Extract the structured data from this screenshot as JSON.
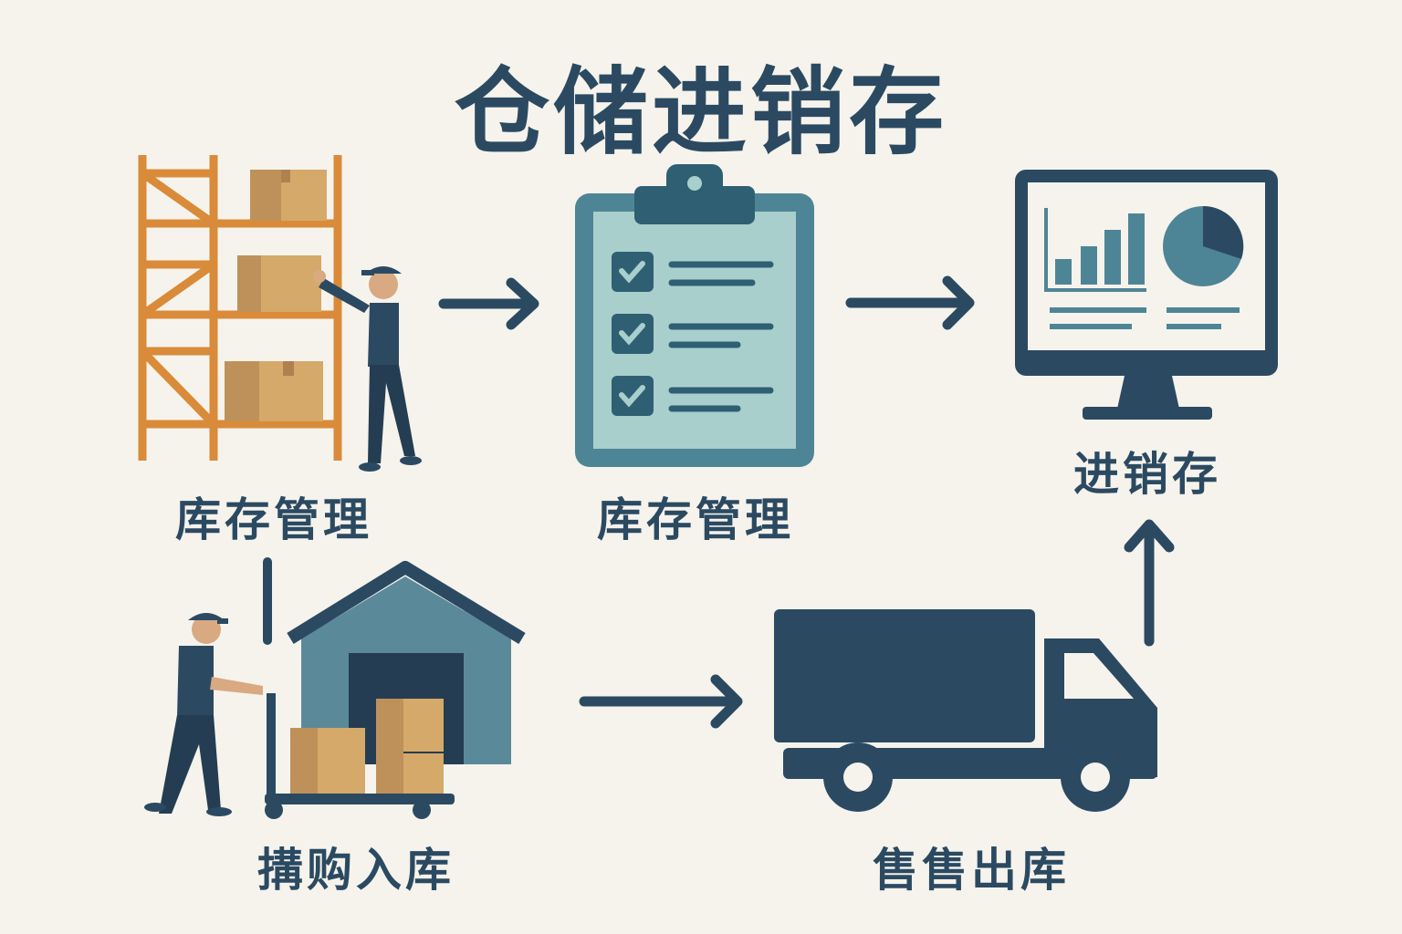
{
  "title": "仓储进销存",
  "labels": {
    "inventory_shelf": "库存管理",
    "inventory_checklist": "库存管理",
    "dashboard": "进销存",
    "purchase_in": "搆购入库",
    "sales_out": "售售出库"
  },
  "colors": {
    "background": "#f6f3ec",
    "navy": "#2b4a62",
    "teal": "#5a8a9a",
    "light_teal": "#a9cfcc",
    "shelf_orange": "#d98b3a",
    "box_tan": "#d4a96a"
  }
}
